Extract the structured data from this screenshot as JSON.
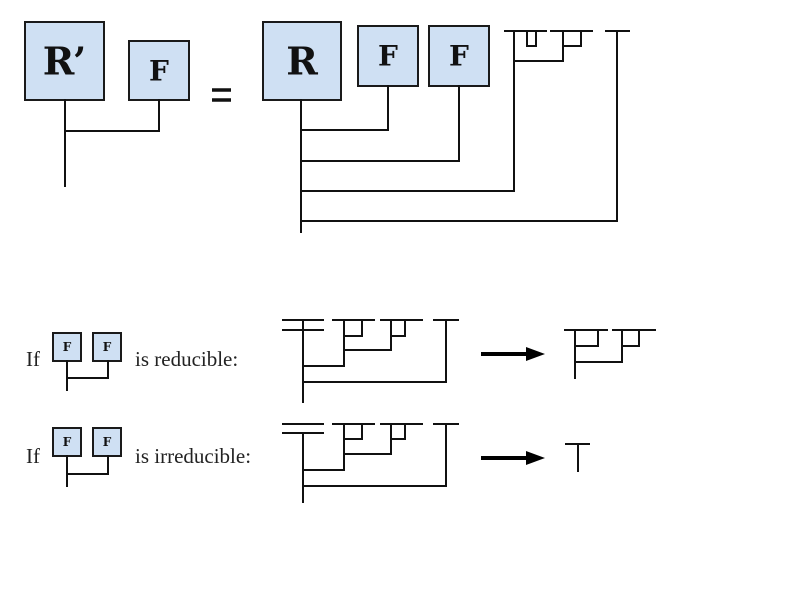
{
  "colors": {
    "box_fill": "#cfe0f3",
    "box_stroke": "#1a1a1a",
    "wire": "#111111"
  },
  "equation": {
    "lhs": {
      "boxes": [
        "R’",
        "F"
      ]
    },
    "equals_symbol": "=",
    "rhs": {
      "boxes": [
        "R",
        "F",
        "F"
      ]
    }
  },
  "rules": [
    {
      "prefix": "If",
      "boxes": [
        "F",
        "F"
      ],
      "condition": "is reducible:",
      "arrow": "right-arrow"
    },
    {
      "prefix": "If",
      "boxes": [
        "F",
        "F"
      ],
      "condition": "is irreducible:",
      "arrow": "right-arrow"
    }
  ]
}
